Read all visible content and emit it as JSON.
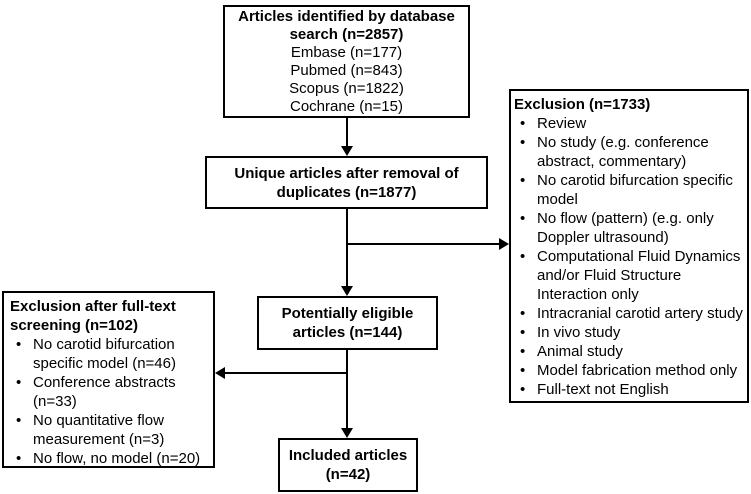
{
  "figure": {
    "type": "flow-diagram",
    "background": "#ffffff",
    "border_color": "#000000",
    "text_color": "#000000"
  },
  "boxes": {
    "identified": {
      "title": "Articles identified by database search (n=2857)",
      "sources": [
        "Embase (n=177)",
        "Pubmed (n=843)",
        "Scopus (n=1822)",
        "Cochrane (n=15)"
      ]
    },
    "unique": {
      "title": "Unique articles after removal of duplicates (n=1877)"
    },
    "exclusion_screening": {
      "title": "Exclusion (n=1733)",
      "items": [
        "Review",
        "No study (e.g. conference abstract, commentary)",
        "No carotid bifurcation specific model",
        "No flow (pattern) (e.g. only Doppler ultrasound)",
        "Computational Fluid Dynamics and/or Fluid Structure Interaction only",
        "Intracranial carotid artery study",
        "In vivo study",
        "Animal study",
        "Model fabrication method only",
        "Full-text not English"
      ]
    },
    "eligible": {
      "title": "Potentially eligible articles (n=144)"
    },
    "exclusion_fulltext": {
      "title": "Exclusion after full-text screening (n=102)",
      "items": [
        "No carotid bifurcation specific model (n=46)",
        "Conference abstracts (n=33)",
        "No quantitative flow measurement (n=3)",
        "No flow, no model (n=20)"
      ]
    },
    "included": {
      "title": "Included articles (n=42)"
    }
  }
}
